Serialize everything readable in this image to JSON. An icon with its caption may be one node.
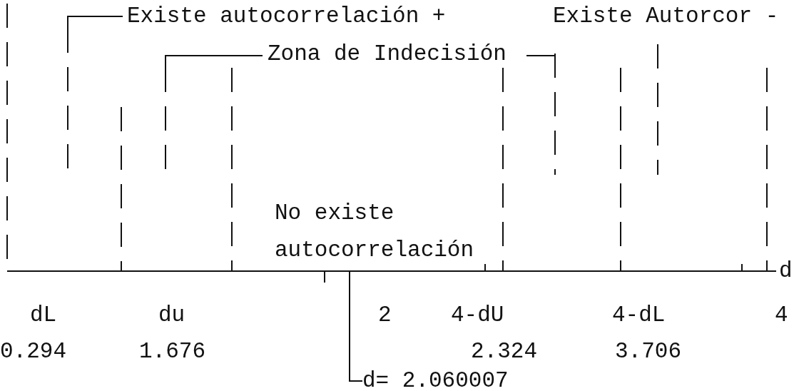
{
  "diagram": {
    "nodes": [
      {
        "text": [
          "d= 2.060007"
        ]
      },
      {
        "text": [],
        "shape": "bar"
      }
    ],
    "edges": [
      {
        "from": 0,
        "to": 1,
        "arrow": "none"
      }
    ],
    "labels": [
      "Existe autocorrelación +",
      "Existe Autorcor -",
      "Zona de Indecisión",
      "No existe autocorrelación",
      "d",
      "dL",
      "du",
      "2",
      "4-dU",
      "4-dL",
      "4",
      "0.294",
      "1.676",
      "2.324",
      "3.706"
    ]
  }
}
